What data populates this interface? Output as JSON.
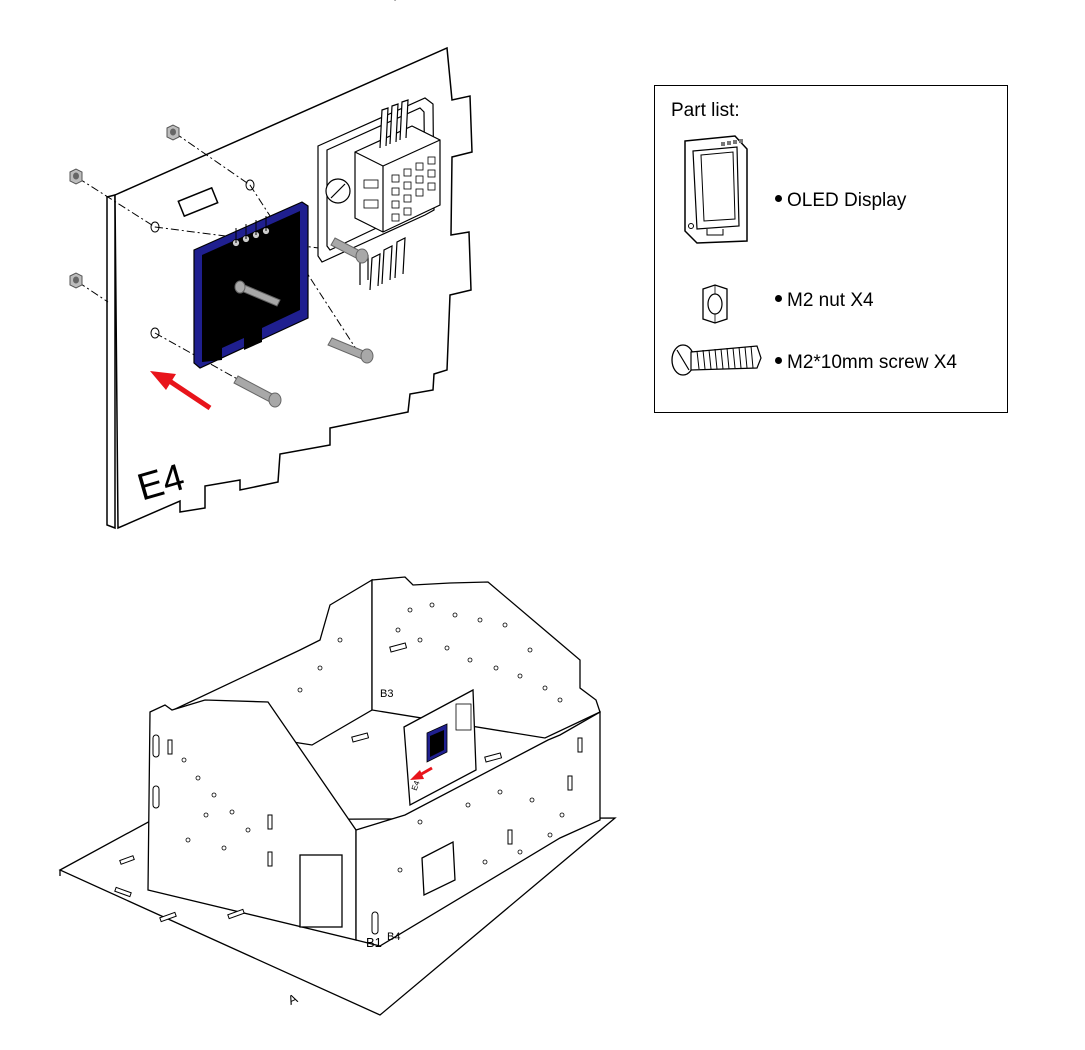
{
  "top_panel": {
    "label": "E4"
  },
  "part_list": {
    "title": "Part list:",
    "items": [
      {
        "label": "OLED Display",
        "icon": "oled-display-icon"
      },
      {
        "label": "M2 nut X4",
        "icon": "hex-nut-icon"
      },
      {
        "label": "M2*10mm screw X4",
        "icon": "screw-icon"
      }
    ]
  },
  "house": {
    "panel_labels": {
      "back": "B3",
      "left": "B1",
      "right": "B4",
      "base": "A",
      "inner": "E4"
    }
  },
  "colors": {
    "arrow": "#e8141b",
    "oled_pcb": "#1f1f8f",
    "oled_screen": "#000000",
    "hardware": "#9a9a9a"
  }
}
